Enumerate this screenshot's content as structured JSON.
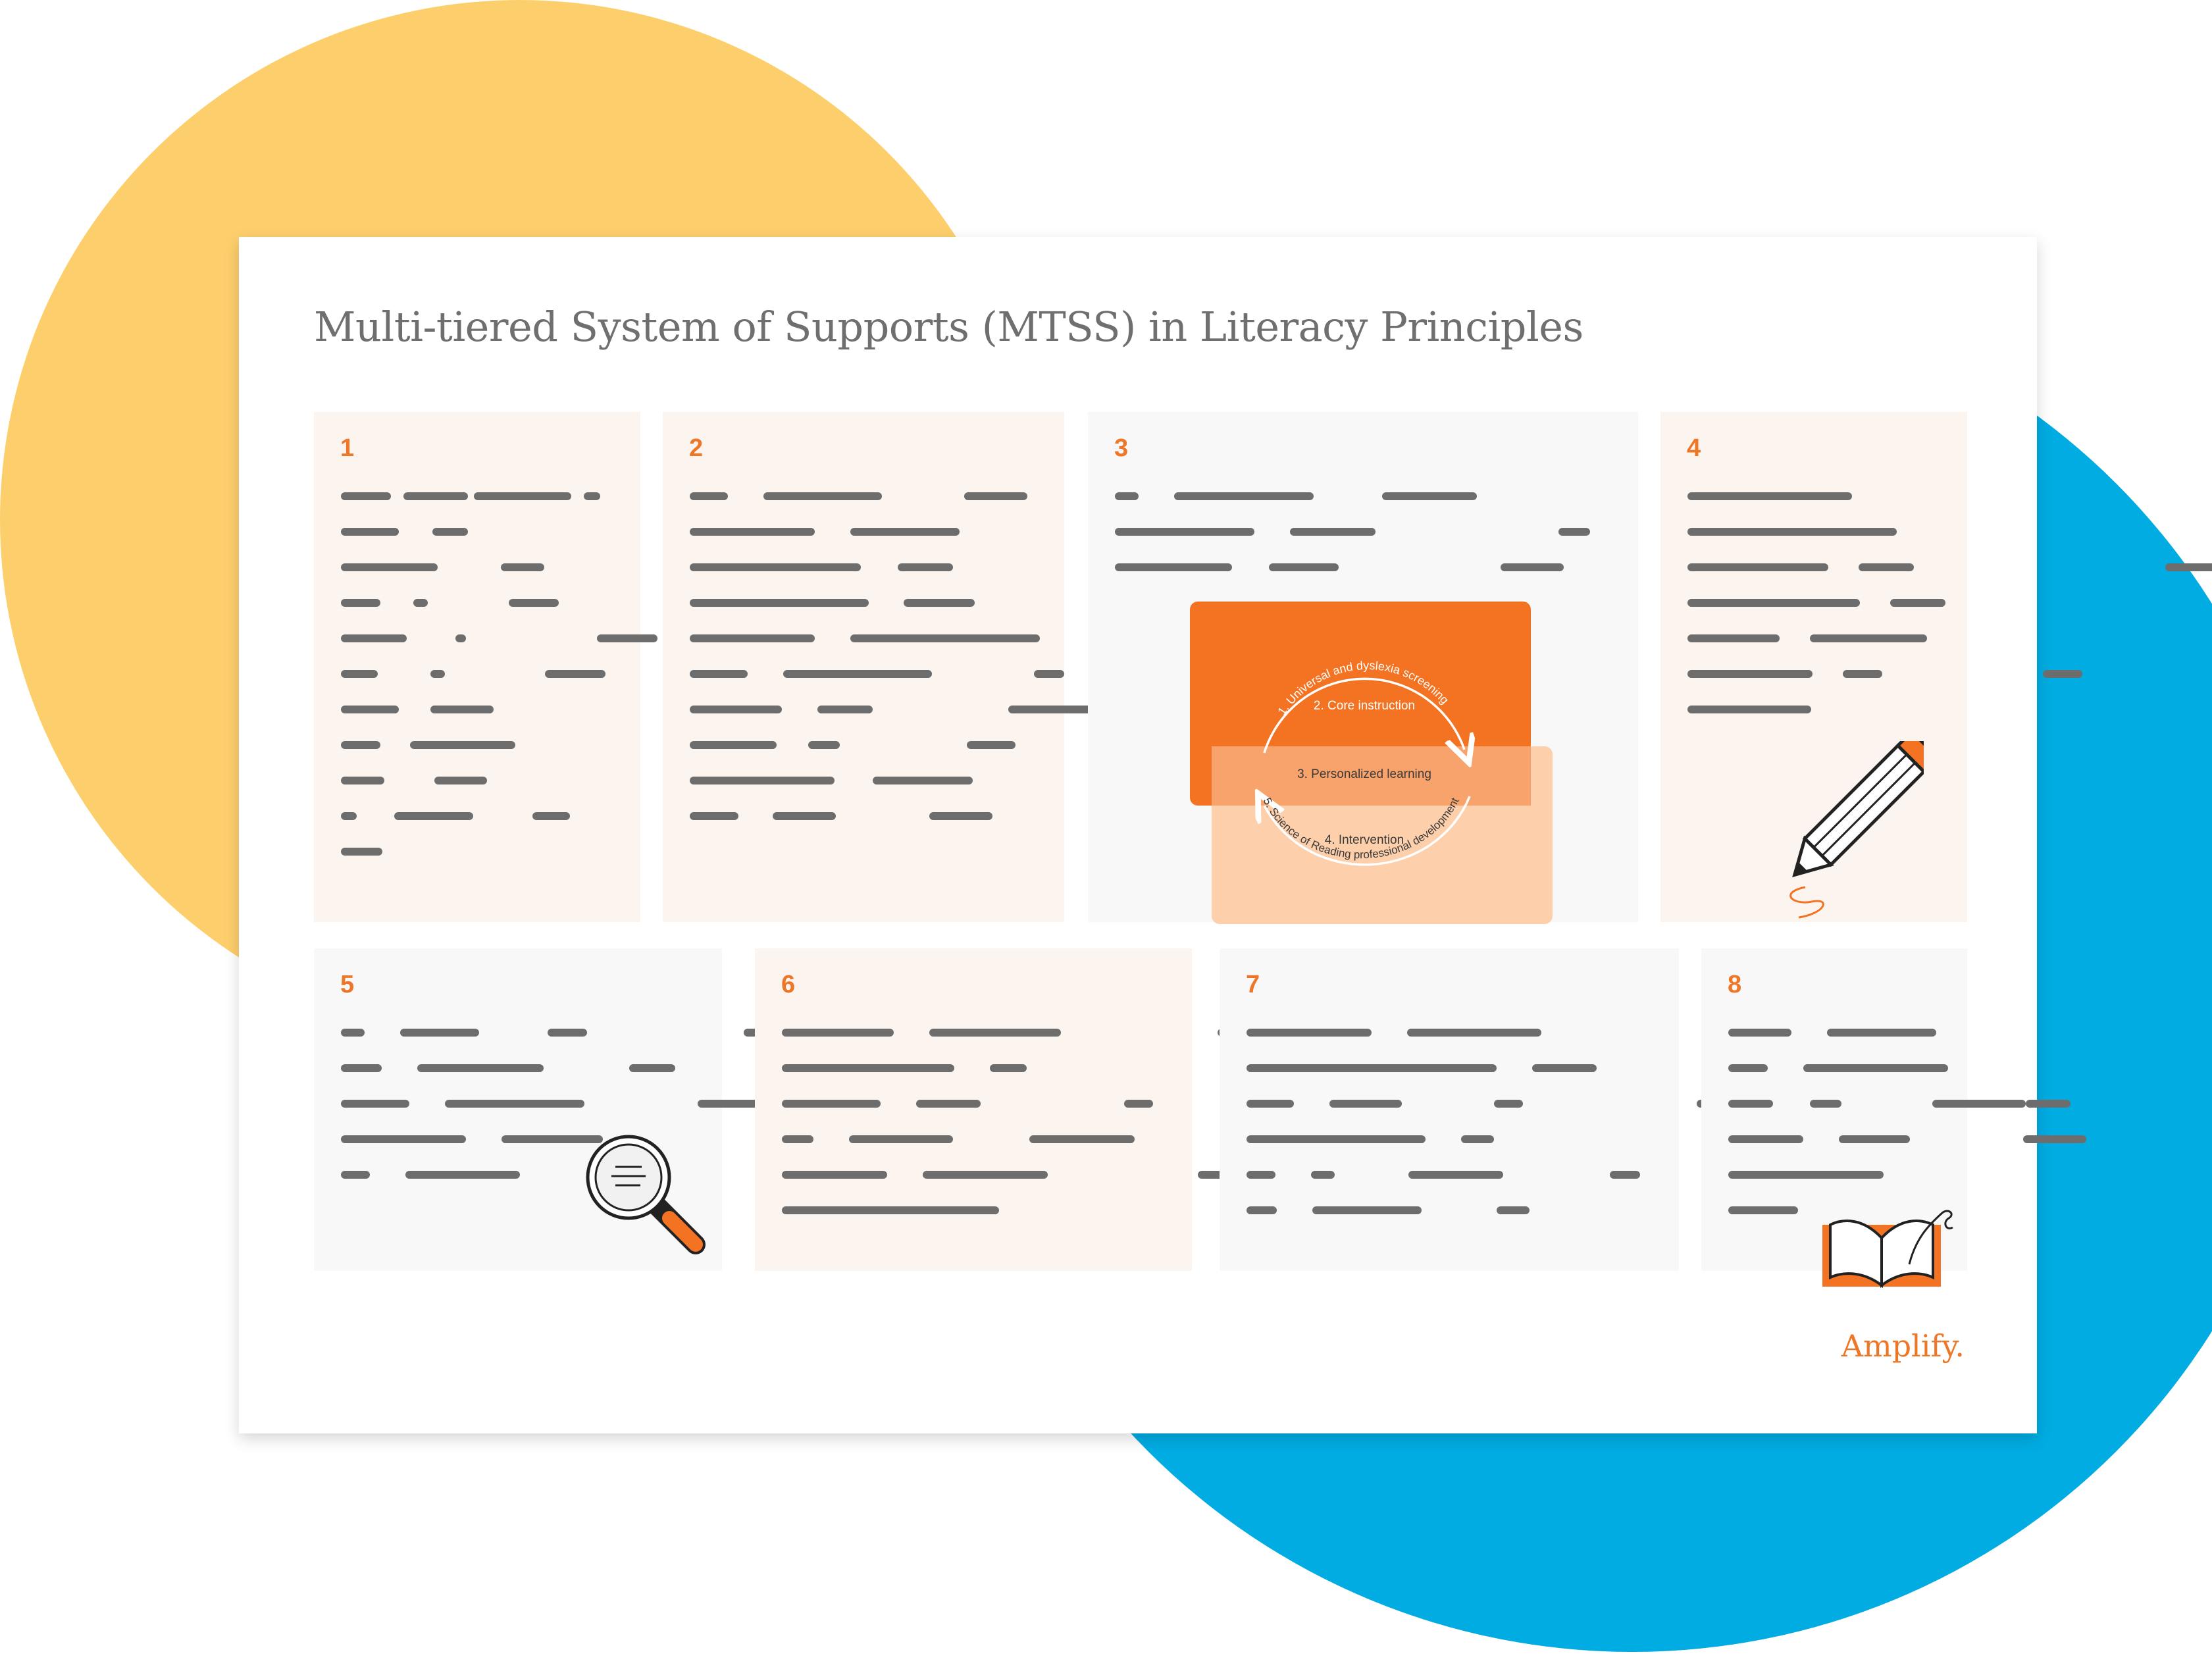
{
  "title": "Multi-tiered System of Supports (MTSS) in Literacy Principles",
  "brand": "Amplify.",
  "colors": {
    "accent": "#ee7627",
    "yellow_circle": "#fdcf6c",
    "blue_circle": "#00ace2",
    "card_peach": "#fcf5ef",
    "card_grey": "#f8f8f8",
    "placeholder_line": "#6d6d6d"
  },
  "cards": [
    {
      "number": "1"
    },
    {
      "number": "2"
    },
    {
      "number": "3"
    },
    {
      "number": "4",
      "icon": "pencil-icon"
    },
    {
      "number": "5",
      "icon": "magnifying-glass-icon"
    },
    {
      "number": "6"
    },
    {
      "number": "7"
    },
    {
      "number": "8",
      "icon": "open-book-icon"
    }
  ],
  "diagram": {
    "upper_arc": "1. Universal and dyslexia screening",
    "core": "2. Core instruction",
    "personalized": "3. Personalized learning",
    "intervention": "4. Intervention",
    "lower_arc": "5. Science of Reading professional development"
  }
}
